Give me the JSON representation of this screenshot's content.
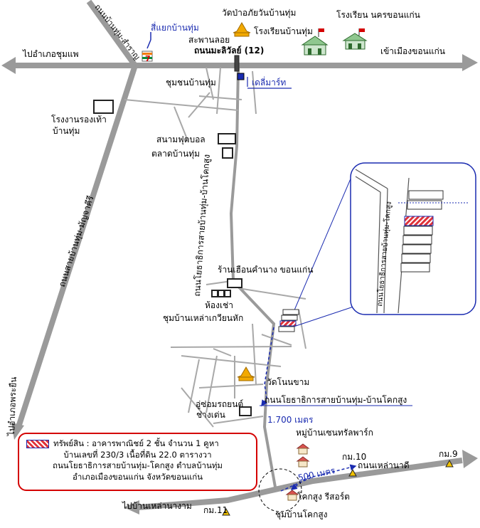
{
  "colors": {
    "road": "#9a9a9a",
    "blue": "#1a2bb0",
    "red": "#d40000",
    "orange": "#f2a900",
    "green": "#2e8b2e"
  },
  "labels": {
    "thai_road_top": "ถนนบ้านทุ่ม-สำราญ",
    "temple_top": "วัดป่าอภัยวันบ้านทุ่ม",
    "school_top": "โรงเรียน นครขอนแก่น",
    "intersection": "สี่แยกบ้านทุ่ม",
    "seven_eleven": "7",
    "school_ban_thum": "โรงเรียนบ้านทุ่ม",
    "overpass": "สะพานลอย",
    "mittraphap_road": "ถนนมะลิวัลย์ (12)",
    "to_chum_phae": "ไปอำเภอชุมแพ",
    "to_khon_kaen": "เข้าเมืองขอนแก่น",
    "community_ban_thum": "ชุมชนบ้านทุ่ม",
    "delimart": "เดลี่มาร์ท",
    "shoe_factory_1": "โรงงานรองเท้า",
    "shoe_factory_2": "บ้านทุ่ม",
    "football": "สนามฟุตบอล",
    "market": "ตลาดบ้านทุ่ม",
    "road_ban_thum_manchakhiri": "ถนนสายบ้านทุ่ม-มัญจาคีรี",
    "road_highway_vertical": "ถนนโยธาธิการสายบ้านทุ่ม-บ้านโคกสูง",
    "restaurant": "ร้านเฮือนคำนาง ขอนแก่น",
    "room_rent": "ห้องเช่า",
    "community_lao": "ชุมบ้านเหล่าเกวียนหัก",
    "temple_non_kham": "วัดโนนขาม",
    "to_phra_yuen": "ไปอำเภอพระยืน",
    "road_ban_thum_khok_sung": "ถนนโยธาธิการสายบ้านทุ่ม-บ้านโคกสูง",
    "garage_1": "อู่ซ่อมรถยนต์",
    "garage_2": "ช่างเด่น",
    "distance_1700": "1.700 เมตร",
    "village_central": "หมู่บ้านเซนทรัลพาร์ก",
    "km10": "กม.10",
    "km9": "กม.9",
    "km11": "กม.11",
    "road_lao_na_di": "ถนนเหล่านาดี",
    "distance_500": "500 เมตร",
    "resort": "โคกสูง รีสอร์ต",
    "community_khok_sung": "ชุมบ้านโคกสูง",
    "to_ban_lao_na_ngam": "ไปบ้านเหล่านางาม",
    "inset_road": "ถนนโยธาธิการสายบ้านทุ่ม-โคกสูง"
  },
  "legend": {
    "line1": "ทรัพย์สิน : อาคารพาณิชย์ 2 ชั้น จำนวน 1 คูหา",
    "line2": "บ้านเลขที่ 230/3 เนื้อที่ดิน 22.0 ตารางวา",
    "line3": "ถนนโยธาธิการสายบ้านทุ่ม-โคกสูง ตำบลบ้านทุ่ม",
    "line4": "อำเภอเมืองขอนแก่น จังหวัดขอนแก่น"
  },
  "icons": [
    "temple-icon",
    "school-icon",
    "seven-eleven-icon",
    "km-marker-icon",
    "house-icon",
    "arrow-icon"
  ]
}
